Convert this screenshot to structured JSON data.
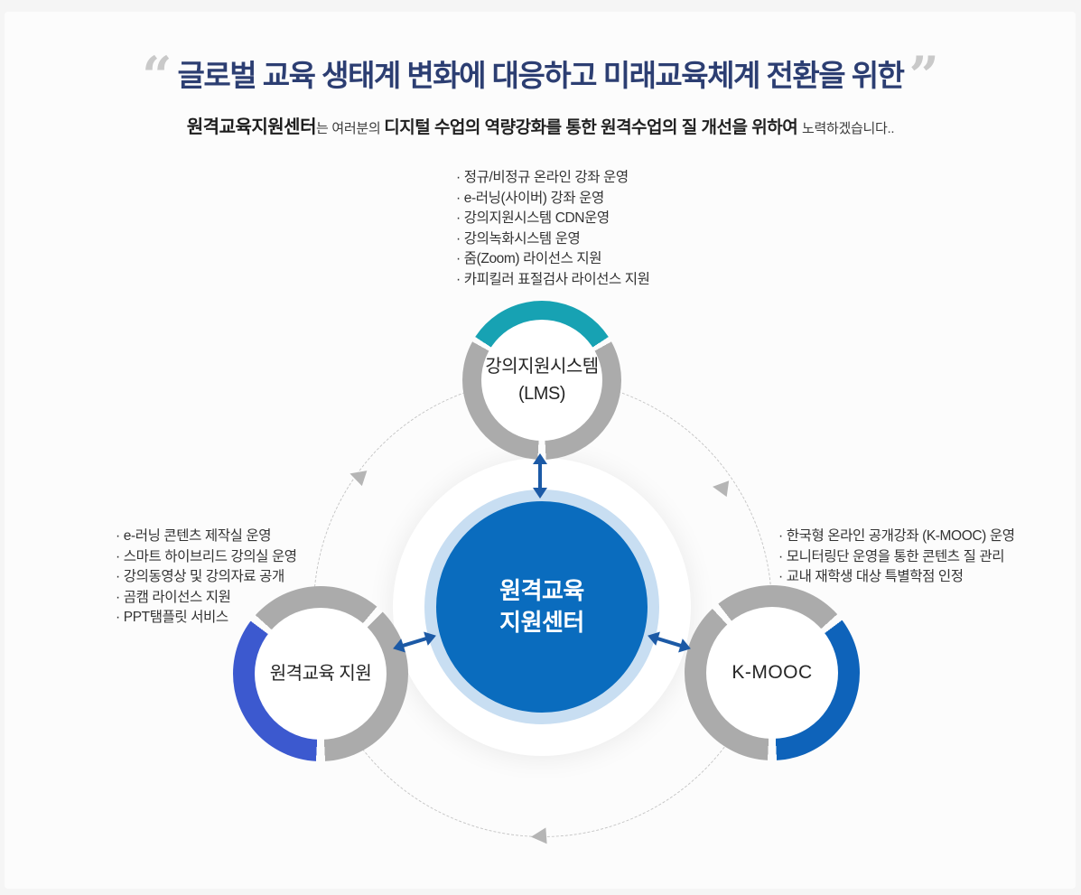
{
  "ui": {
    "bullet": "·"
  },
  "header": {
    "open_quote": "“",
    "close_quote": "”",
    "title": "글로벌 교육 생태계 변화에 대응하고 미래교육체계 전환을 위한",
    "subtitle": {
      "emphasis1": "원격교육지원센터",
      "text1": "는 여러분의 ",
      "emphasis2": "디지털 수업의 역량강화를 통한 원격수업의 질 개선을 위하여 ",
      "text2": "노력하겠습니다.."
    }
  },
  "diagram": {
    "center_node": {
      "title_line1": "원격교육",
      "title_line2": "지원센터"
    },
    "lms_node": {
      "label_line1": "강의지원시스템",
      "label_line2": "(LMS)",
      "accent_color": "#17a2b3",
      "items": [
        "정규/비정규 온라인 강좌 운영",
        "e-러닝(사이버) 강좌 운영",
        "강의지원시스템 CDN운영",
        "강의녹화시스템 운영",
        "줌(Zoom) 라이선스 지원",
        "카피킬러 표절검사 라이선스 지원"
      ]
    },
    "remote_node": {
      "label": "원격교육 지원",
      "accent_color": "#3c59cf",
      "items": [
        "e-러닝 콘텐츠 제작실 운영",
        "스마트 하이브리드 강의실 운영",
        "강의동영상 및 강의자료 공개",
        "곰캠 라이선스 지원",
        "PPT탬플릿 서비스"
      ]
    },
    "kmooc_node": {
      "label": "K-MOOC",
      "accent_color": "#0e63ba",
      "items": [
        "한국형 온라인 공개강좌 (K-MOOC) 운영",
        "모니터링단 운영을 통한 콘텐츠 질 관리",
        "교내 재학생 대상 특별학점 인정"
      ]
    },
    "colors": {
      "center_blue": "#0a6cbe",
      "center_halo_ring": "#c8def2",
      "ring_gray": "#ababab",
      "connector_arrow_blue": "#1c5aa6",
      "orbit_dashed_gray": "#c6c6c6",
      "orbit_triangle_gray": "#b5b5b5",
      "title_navy": "#2c3e72",
      "quote_gray": "#c9c9c9"
    }
  }
}
